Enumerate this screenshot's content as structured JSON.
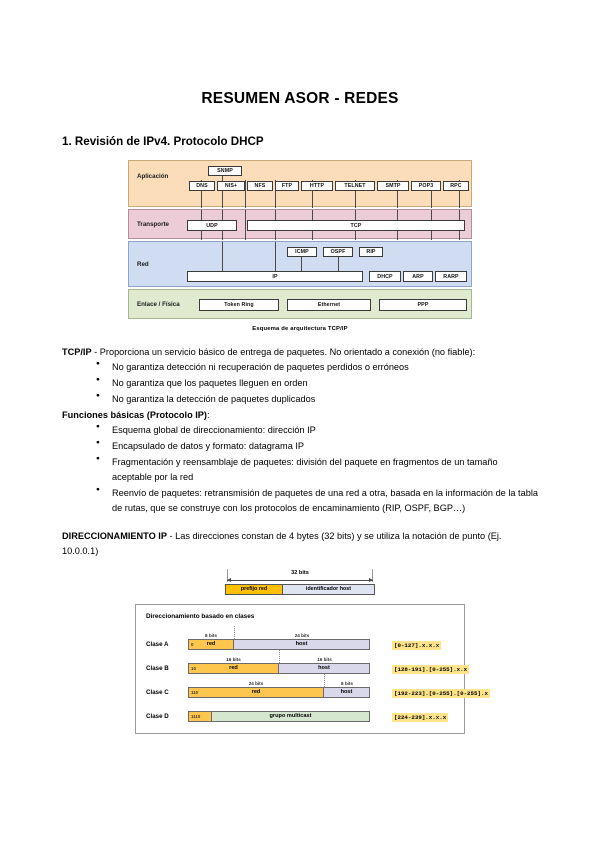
{
  "document": {
    "title": "RESUMEN ASOR - REDES",
    "section_heading": "1. Revisión de IPv4. Protocolo DHCP"
  },
  "architecture_diagram": {
    "caption": "Esquema de arquitectura TCP/IP",
    "layers": [
      {
        "name": "Aplicación",
        "color": "#fbddb9",
        "top_protocols": [
          "SNMP"
        ],
        "protocols": [
          "DNS",
          "NIS+",
          "NFS",
          "FTP",
          "HTTP",
          "TELNET",
          "SMTP",
          "POP3",
          "RPC"
        ]
      },
      {
        "name": "Transporte",
        "color": "#ecccd6",
        "protocols": [
          "UDP",
          "TCP"
        ]
      },
      {
        "name": "Red",
        "color": "#cfdcf2",
        "top_protocols": [
          "ICMP",
          "OSPF",
          "RIP"
        ],
        "protocols": [
          "IP",
          "DHCP",
          "ARP",
          "RARP"
        ]
      },
      {
        "name": "Enlace / Física",
        "color": "#dfeacf",
        "protocols": [
          "Token Ring",
          "Ethernet",
          "PPP"
        ]
      }
    ]
  },
  "tcpip_section": {
    "intro_bold": "TCP/IP",
    "intro_text": " - Proporciona un servicio básico de entrega de paquetes. No orientado a conexión (no fiable):",
    "bullets": [
      "No garantiza detección ni recuperación de paquetes perdidos o erróneos",
      "No garantiza que los paquetes lleguen en orden",
      "No garantiza la detección de paquetes duplicados"
    ],
    "functions_heading_bold": "Funciones básicas (Protocolo IP)",
    "functions_heading_tail": ":",
    "function_bullets": [
      "Esquema global de direccionamiento: dirección IP",
      "Encapsulado de datos y formato: datagrama IP",
      "Fragmentación y reensamblaje de paquetes: división del paquete en fragmentos de un tamaño aceptable por la red",
      "Reenvío de paquetes: retransmisión de paquetes de una red a otra, basada en la información de la tabla de rutas, que se construye con los protocolos de encaminamiento (RIP, OSPF, BGP…)"
    ]
  },
  "addressing_section": {
    "heading_bold": "DIRECCIONAMIENTO IP",
    "heading_text": " - Las direcciones constan de 4 bytes (32 bits) y se utiliza la notación de punto (Ej. 10.0.0.1)"
  },
  "address_format": {
    "width_label": "32 bits",
    "prefix_label": "prefijo red",
    "host_label": "identificador host",
    "prefix_color": "#ffc000",
    "host_color": "#dfe4f2"
  },
  "class_table": {
    "title": "Direccionamiento basado en clases",
    "rows": [
      {
        "name": "Clase A",
        "net_bits_label": "8 bits",
        "host_bits_label": "24 bits",
        "prefix_bits": "0",
        "net_label": "red",
        "host_label": "host",
        "range": "[0-127].x.x.x"
      },
      {
        "name": "Clase B",
        "net_bits_label": "16 bits",
        "host_bits_label": "16 bits",
        "prefix_bits": "10",
        "net_label": "red",
        "host_label": "host",
        "range": "[128-191].[0-255].x.x"
      },
      {
        "name": "Clase C",
        "net_bits_label": "24 bits",
        "host_bits_label": "8 bits",
        "prefix_bits": "110",
        "net_label": "red",
        "host_label": "host",
        "range": "[192-223].[0-255].[0-255].x"
      },
      {
        "name": "Clase D",
        "net_bits_label": "",
        "host_bits_label": "",
        "prefix_bits": "1110",
        "net_label": "",
        "host_label": "grupo multicast",
        "range": "[224-239].x.x.x"
      }
    ]
  }
}
